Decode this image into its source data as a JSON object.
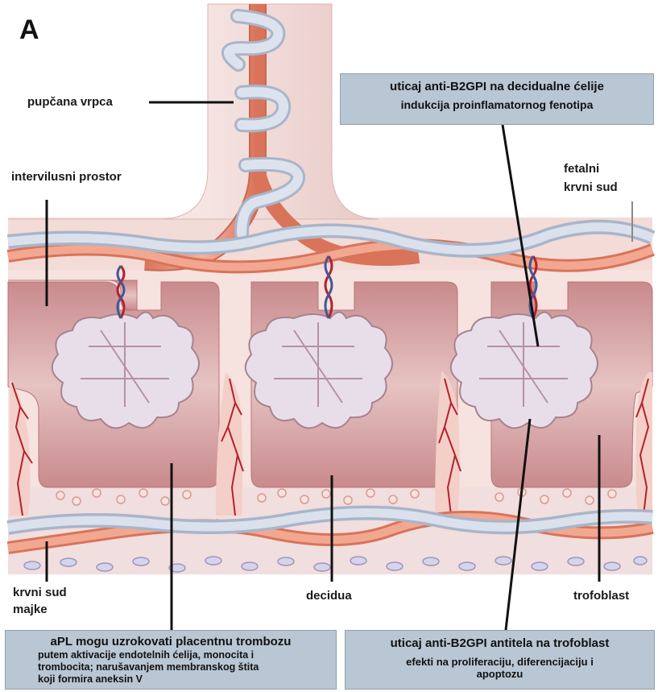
{
  "panel_letter": "A",
  "labels": {
    "umbilical_cord": "pupčana vrpca",
    "intervillous_space": "intervilusni prostor",
    "fetal_vessel_line1": "fetalni",
    "fetal_vessel_line2": "krvni sud",
    "maternal_vessel_line1": "krvni sud",
    "maternal_vessel_line2": "majke",
    "decidua": "decidua",
    "trophoblast": "trofoblast"
  },
  "boxes": {
    "decidual": {
      "title": "uticaj anti-B2GPI na decidualne ćelije",
      "subtitle": "indukcija proinflamatornog fenotipa"
    },
    "thrombosis": {
      "title": "aPL mogu uzrokovati placentnu trombozu",
      "line1": "putem aktivacije endotelnih ćelija, monocita i",
      "line2": "trombocita; narušavanjem membranskog štita",
      "line3": "koji formira aneksin V"
    },
    "trophoblast": {
      "title": "uticaj anti-B2GPI antitela na trofoblast",
      "line1": "efekti na proliferaciju, diferencijaciju i",
      "line2": "apoptozu"
    }
  },
  "colors": {
    "cord_tissue": "#f2d9d6",
    "artery": "#e8957c",
    "vein": "#c9d2e2",
    "decidua_block": "#c9878a",
    "villus": "#e6dbe6",
    "box_fill": "#b9c6d3",
    "spiral_artery": "#b3222e"
  }
}
